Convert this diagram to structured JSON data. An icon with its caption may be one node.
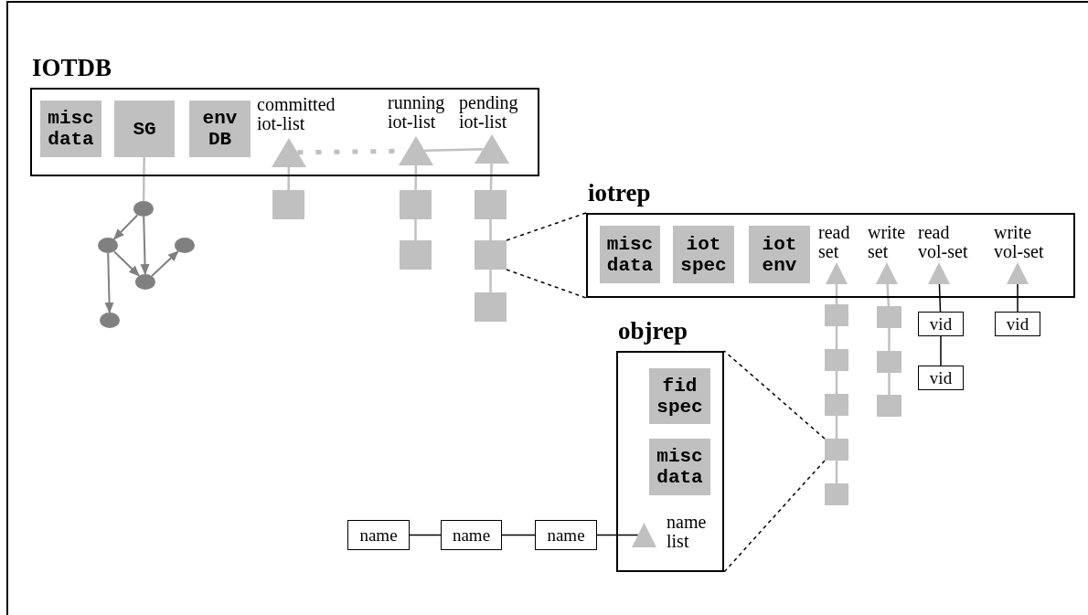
{
  "diagram": {
    "nodes": [
      {
        "text": [
          "IOTDB"
        ]
      },
      {
        "text": [
          "misc data"
        ],
        "in": 0
      },
      {
        "text": [
          "SG"
        ],
        "in": 0
      },
      {
        "text": [
          "env DB"
        ],
        "in": 0
      },
      {
        "text": [],
        "shape": "triangle",
        "in": 0,
        "beside": [
          "committed iot-list"
        ]
      },
      {
        "text": [],
        "shape": "triangle",
        "in": 0,
        "beside": [
          "running iot-list"
        ]
      },
      {
        "text": [],
        "shape": "triangle",
        "in": 0,
        "beside": [
          "pending iot-list"
        ]
      },
      {
        "text": [],
        "shape": "box"
      },
      {
        "text": [],
        "shape": "box"
      },
      {
        "text": [],
        "shape": "box"
      },
      {
        "text": [],
        "shape": "box"
      },
      {
        "text": [],
        "shape": "box"
      },
      {
        "text": [],
        "shape": "box"
      },
      {
        "text": [],
        "shape": "ellipse"
      },
      {
        "text": [],
        "shape": "ellipse"
      },
      {
        "text": [],
        "shape": "ellipse"
      },
      {
        "text": [],
        "shape": "ellipse"
      },
      {
        "text": [],
        "shape": "ellipse"
      },
      {
        "text": [
          "iotrep"
        ]
      },
      {
        "text": [
          "misc data"
        ],
        "in": 18
      },
      {
        "text": [
          "iot spec"
        ],
        "in": 18
      },
      {
        "text": [
          "iot env"
        ],
        "in": 18
      },
      {
        "text": [],
        "shape": "triangle",
        "in": 18,
        "beside": [
          "read set"
        ]
      },
      {
        "text": [],
        "shape": "triangle",
        "in": 18,
        "beside": [
          "write set"
        ]
      },
      {
        "text": [],
        "shape": "triangle",
        "in": 18,
        "beside": [
          "read vol-set"
        ]
      },
      {
        "text": [],
        "shape": "triangle",
        "in": 18,
        "beside": [
          "write vol-set"
        ]
      },
      {
        "text": [],
        "shape": "box"
      },
      {
        "text": [],
        "shape": "box"
      },
      {
        "text": [],
        "shape": "box"
      },
      {
        "text": [],
        "shape": "box"
      },
      {
        "text": [],
        "shape": "box"
      },
      {
        "text": [],
        "shape": "box"
      },
      {
        "text": [],
        "shape": "box"
      },
      {
        "text": [],
        "shape": "box"
      },
      {
        "text": [
          "vid"
        ]
      },
      {
        "text": [
          "vid"
        ]
      },
      {
        "text": [
          "vid"
        ]
      },
      {
        "text": [
          "objrep"
        ]
      },
      {
        "text": [
          "fid spec"
        ],
        "in": 37
      },
      {
        "text": [
          "misc data"
        ],
        "in": 37
      },
      {
        "text": [],
        "shape": "triangle",
        "in": 37,
        "beside": [
          "name list"
        ]
      },
      {
        "text": [
          "name"
        ]
      },
      {
        "text": [
          "name"
        ]
      },
      {
        "text": [
          "name"
        ]
      }
    ],
    "edges": [
      {
        "from": 2,
        "to": 13,
        "arrow": "none"
      },
      {
        "from": 13,
        "to": 14,
        "arrow": "to",
        "color": "#808080"
      },
      {
        "from": 13,
        "to": 16,
        "arrow": "to",
        "color": "#808080"
      },
      {
        "from": 14,
        "to": 16,
        "arrow": "to",
        "color": "#808080"
      },
      {
        "from": 16,
        "to": 15,
        "arrow": "to",
        "color": "#808080"
      },
      {
        "from": 14,
        "to": 17,
        "arrow": "to",
        "color": "#808080"
      },
      {
        "from": 4,
        "to": 5,
        "arrow": "none",
        "style": "dashed"
      },
      {
        "from": 5,
        "to": 6,
        "arrow": "none"
      },
      {
        "from": 4,
        "to": 7,
        "arrow": "none"
      },
      {
        "from": 5,
        "to": 8,
        "arrow": "none"
      },
      {
        "from": 8,
        "to": 9,
        "arrow": "none"
      },
      {
        "from": 6,
        "to": 10,
        "arrow": "none"
      },
      {
        "from": 10,
        "to": 11,
        "arrow": "none"
      },
      {
        "from": 11,
        "to": 12,
        "arrow": "none"
      },
      {
        "from": 11,
        "to": 18,
        "arrow": "none",
        "style": "dashed",
        "color": "#000000"
      },
      {
        "from": 11,
        "to": 18,
        "arrow": "none",
        "style": "dashed",
        "color": "#000000"
      },
      {
        "from": 22,
        "to": 26,
        "arrow": "none"
      },
      {
        "from": 26,
        "to": 27,
        "arrow": "none"
      },
      {
        "from": 27,
        "to": 28,
        "arrow": "none"
      },
      {
        "from": 28,
        "to": 29,
        "arrow": "none"
      },
      {
        "from": 29,
        "to": 30,
        "arrow": "none"
      },
      {
        "from": 23,
        "to": 31,
        "arrow": "none"
      },
      {
        "from": 31,
        "to": 32,
        "arrow": "none"
      },
      {
        "from": 32,
        "to": 33,
        "arrow": "none"
      },
      {
        "from": 24,
        "to": 34,
        "arrow": "none",
        "color": "#000000"
      },
      {
        "from": 34,
        "to": 36,
        "arrow": "none",
        "color": "#000000"
      },
      {
        "from": 25,
        "to": 35,
        "arrow": "none",
        "color": "#000000"
      },
      {
        "from": 29,
        "to": 37,
        "arrow": "none",
        "style": "dashed",
        "color": "#000000"
      },
      {
        "from": 29,
        "to": 37,
        "arrow": "none",
        "style": "dashed",
        "color": "#000000"
      },
      {
        "from": 41,
        "to": 42,
        "arrow": "none",
        "color": "#000000"
      },
      {
        "from": 42,
        "to": 43,
        "arrow": "none",
        "color": "#000000"
      },
      {
        "from": 43,
        "to": 40,
        "arrow": "none",
        "color": "#000000"
      }
    ]
  }
}
